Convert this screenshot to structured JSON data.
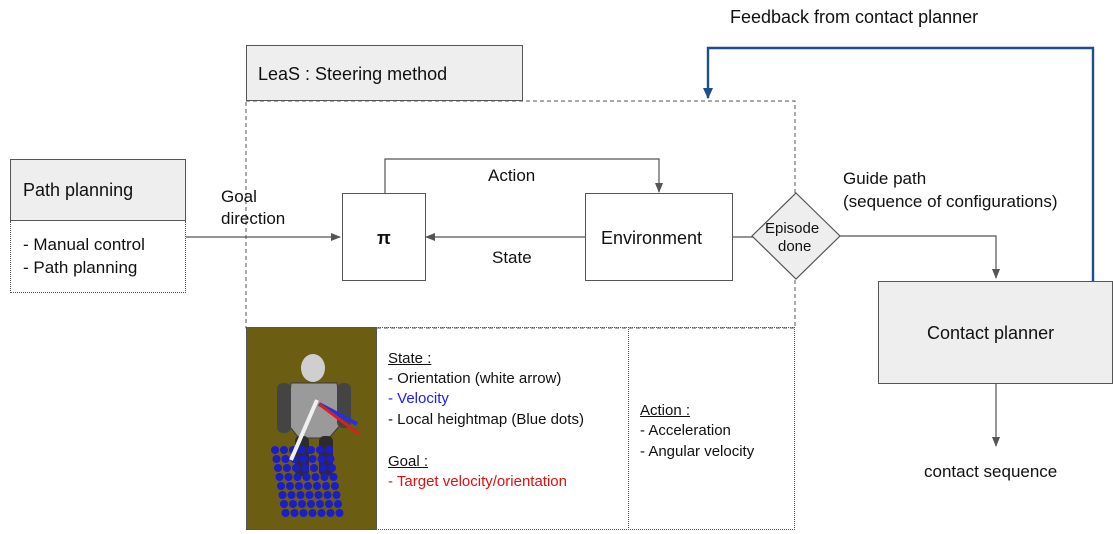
{
  "feedback_label": "Feedback from contact planner",
  "leas_title": "LeaS : Steering method",
  "path_planning": {
    "title": "Path planning",
    "items": [
      "- Manual control",
      "- Path planning"
    ]
  },
  "goal_label": [
    "Goal",
    "direction"
  ],
  "pi_symbol": "π",
  "action_label": "Action",
  "state_label": "State",
  "environment_label": "Environment",
  "episode_label": [
    "Episode",
    "done"
  ],
  "guide_path_label": [
    "Guide path",
    "(sequence of configurations)"
  ],
  "contact_planner_label": "Contact planner",
  "contact_sequence_label": "contact sequence",
  "state_panel": {
    "title": "State :",
    "items": [
      "- Orientation (white arrow)",
      "- Velocity",
      "- Local heightmap (Blue dots)"
    ],
    "velocity_color": "#1a1aff",
    "goal_title": "Goal :",
    "goal_items": [
      "- Target velocity/orientation"
    ],
    "goal_color": "#e01010"
  },
  "action_panel": {
    "title": "Action :",
    "items": [
      "- Acceleration",
      "- Angular velocity"
    ]
  },
  "colors": {
    "feedback_line": "#1f4e8c",
    "box_fill": "#eeeeee",
    "robot_bg": "#6b5e12"
  }
}
